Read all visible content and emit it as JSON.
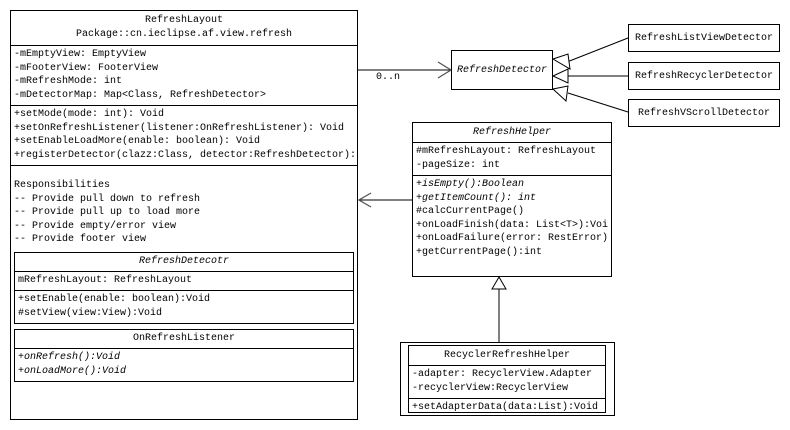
{
  "diagram": {
    "type": "uml-class-diagram",
    "title": "RefreshLayout UML class diagram"
  },
  "classes": {
    "refresh_layout": {
      "name": "RefreshLayout",
      "package": "Package::cn.ieclipse.af.view.refresh",
      "attributes": [
        "-mEmptyView: EmptyView",
        "-mFooterView: FooterView",
        "-mRefreshMode: int",
        "-mDetectorMap: Map<Class, RefreshDetector>"
      ],
      "methods": [
        "+setMode(mode: int): Void",
        "+setOnRefreshListener(listener:OnRefreshListener): Void",
        "+setEnableLoadMore(enable: boolean): Void",
        "+registerDetector(clazz:Class, detector:RefreshDetector):"
      ],
      "responsibilities_title": "Responsibilities",
      "responsibilities": [
        "-- Provide pull down to refresh",
        "-- Provide pull up to load more",
        "-- Provide empty/error view",
        "-- Provide footer view"
      ]
    },
    "refresh_detecotr_nested": {
      "name": "RefreshDetecotr",
      "abstract": true,
      "attributes": [
        "mRefreshLayout: RefreshLayout"
      ],
      "methods": [
        "+setEnable(enable: boolean):Void",
        "#setView(view:View):Void"
      ]
    },
    "on_refresh_listener_nested": {
      "name": "OnRefreshListener",
      "abstract": false,
      "methods": [
        "+onRefresh():Void",
        "+onLoadMore():Void"
      ]
    },
    "refresh_detector": {
      "name": "RefreshDetector",
      "abstract": true
    },
    "refresh_list_view_detector": {
      "name": "RefreshListViewDetector"
    },
    "refresh_recycler_detector": {
      "name": "RefreshRecyclerDetector"
    },
    "refresh_vscroll_detector": {
      "name": "RefreshVScrollDetector"
    },
    "refresh_helper": {
      "name": "RefreshHelper",
      "abstract": true,
      "attributes": [
        "#mRefreshLayout: RefreshLayout",
        "-pageSize: int"
      ],
      "methods": [
        "+isEmpty():Boolean",
        "+getItemCount(): int",
        "#calcCurrentPage()",
        "+onLoadFinish(data: List<T>):Void",
        "+onLoadFailure(error: RestError)",
        "+getCurrentPage():int"
      ],
      "abstract_methods": [
        "+isEmpty():Boolean",
        "+getItemCount(): int"
      ]
    },
    "recycler_refresh_helper": {
      "name": "RecyclerRefreshHelper",
      "attributes": [
        "-adapter: RecyclerView.Adapter",
        "-recyclerView:RecyclerView"
      ],
      "methods": [
        "+setAdapterData(data:List):Void"
      ]
    }
  },
  "relationships": {
    "layout_to_detector_multiplicity": "0..n"
  },
  "colors": {
    "line": "#000000",
    "background": "#ffffff",
    "text": "#000000"
  }
}
